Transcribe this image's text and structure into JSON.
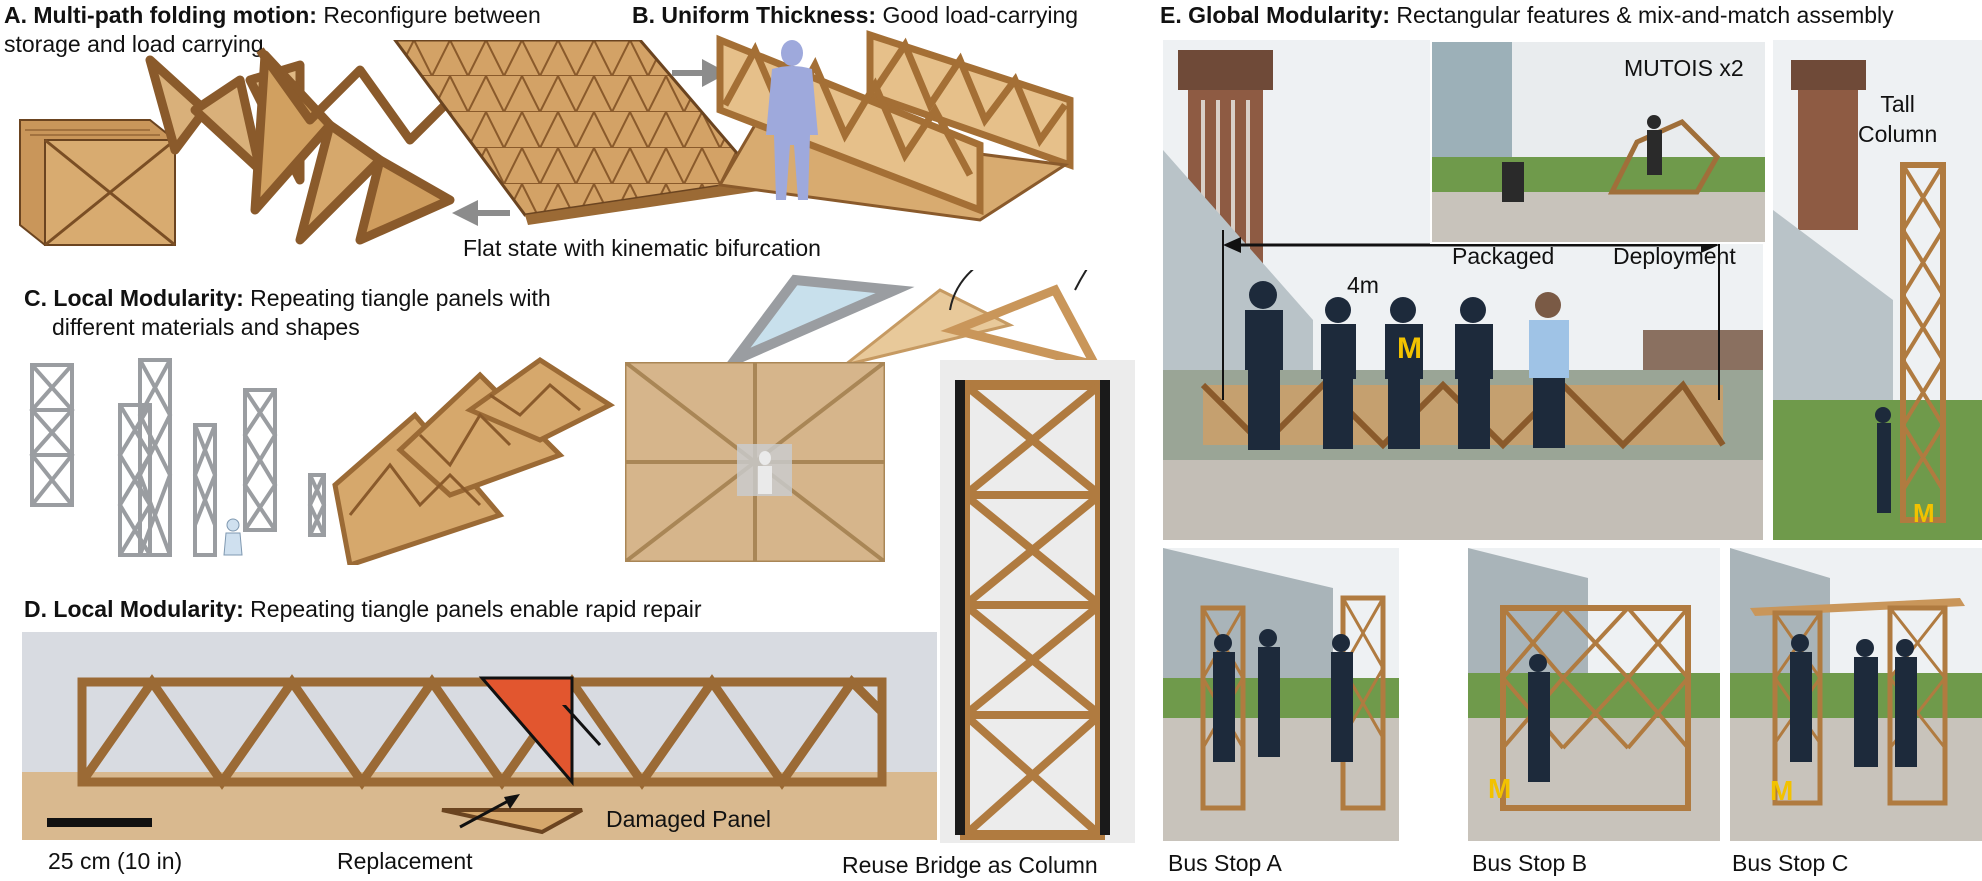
{
  "panel_a": {
    "title_bold": "A. Multi-path folding motion:",
    "title_rest": " Reconfigure between",
    "title_line2": "storage and load carrying",
    "caption": "Flat state with kinematic bifurcation"
  },
  "panel_b": {
    "title_bold": "B. Uniform Thickness:",
    "title_rest": " Good load-carrying"
  },
  "panel_c": {
    "title_bold": "C. Local Modularity:",
    "title_rest": " Repeating tiangle panels with",
    "title_line2": "different materials and shapes"
  },
  "panel_d": {
    "title_bold": "D. Local Modularity:",
    "title_rest": " Repeating tiangle panels enable rapid repair",
    "damaged_label": "Damaged Panel",
    "replacement_label": "Replacement",
    "scale_label": "25 cm  (10 in)",
    "reuse_label": "Reuse Bridge as  Column"
  },
  "panel_e": {
    "title_bold": "E. Global Modularity:",
    "title_rest": " Rectangular features & mix-and-match assembly",
    "inset_title": "MUTOIS x2",
    "packaged_label": "Packaged",
    "deployment_label": "Deployment",
    "span_label": "4m",
    "tall_column_label": "Tall\nColumn",
    "bus_a": "Bus Stop A",
    "bus_b": "Bus Stop B",
    "bus_c": "Bus Stop C"
  },
  "colors": {
    "wood": "#c9965a",
    "wood_dark": "#8a5a2b",
    "steel": "#b9bcc0",
    "damaged": "#e2562f",
    "arrow_gray": "#8c8c8c",
    "sky": "#eef1f3",
    "grass": "#5a8f3a"
  }
}
